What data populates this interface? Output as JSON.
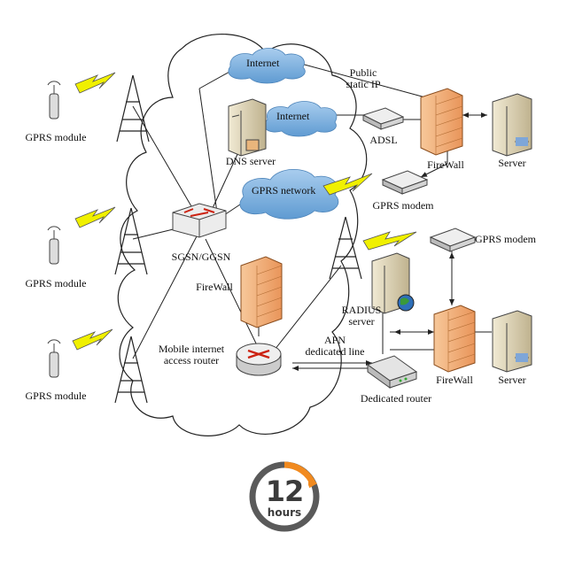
{
  "colors": {
    "cloud_fill": "#ffffff",
    "cloud_blue": "#7fb3e0",
    "firewall": "#f2b37c",
    "lightning": "#e8e800",
    "server": "#d9cfb0",
    "badge_orange": "#f18a1f",
    "badge_gray": "#5a5a5a"
  },
  "labels": {
    "gprs_module_1": "GPRS module",
    "gprs_module_2": "GPRS module",
    "gprs_module_3": "GPRS module",
    "internet_1": "Internet",
    "internet_2": "Internet",
    "public_ip_line1": "Public",
    "public_ip_line2": "static IP",
    "dns_server": "DNS server",
    "adsl": "ADSL",
    "firewall_top": "FireWall",
    "server_top": "Server",
    "gprs_network": "GPRS network",
    "gprs_modem_1": "GPRS modem",
    "gprs_modem_2": "GPRS modem",
    "sgsn_ggsn": "SGSN/GGSN",
    "firewall_mid": "FireWall",
    "radius_line1": "RADIUS",
    "radius_line2": "server",
    "apn_line1": "APN",
    "apn_line2": "dedicated line",
    "mobile_router_line1": "Mobile internet",
    "mobile_router_line2": "access router",
    "dedicated_router": "Dedicated router",
    "firewall_bottom": "FireWall",
    "server_bottom": "Server"
  },
  "badge": {
    "number": "12",
    "unit": "hours"
  }
}
